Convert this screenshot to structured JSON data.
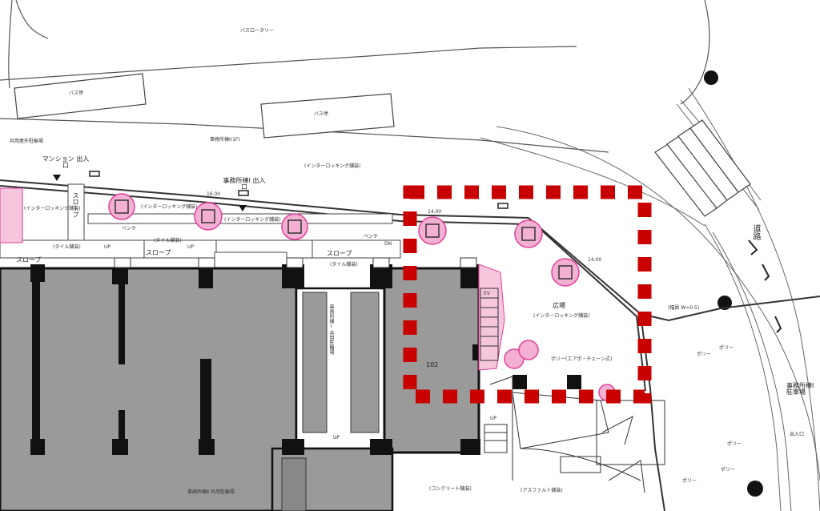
{
  "map": {
    "labels": {
      "bus_rotary": "バスロータリー",
      "bus_bay_1": "バス停",
      "bus_bay_2": "バス停",
      "bicycle_parking": "共用屋外駐輪場",
      "mansion_entrance": "マンション 出入口",
      "office_entrance": "事務所棟Ⅰ 出入口",
      "slope_1": "スロープ",
      "slope_2": "スロープ",
      "slope_3": "スロープ",
      "slope_vertical": "スロープ",
      "square": "広場",
      "unit_102": "102",
      "office_bicycle": "事務所棟Ⅰ 共用駐輪場",
      "office_parking": "事務所棟Ⅰ 駐車場",
      "office_ii_bicycle": "事務所棟Ⅱ 共用駐輪場",
      "office_ii_entrance": "出入口",
      "interlocking_1": "(インターロッキング舗装)",
      "interlocking_2": "(インターロッキング舗装)",
      "interlocking_3": "(インターロッキング舗装)",
      "interlocking_4": "(インターロッキング舗装)",
      "interlocking_5": "(インターロッキング舗装)",
      "tile_1": "(タイル舗装)",
      "tile_2": "(タイル舗装)",
      "tile_3": "(タイル舗装)",
      "bench_1": "ベンチ",
      "bench_2": "ベンチ",
      "asphalt": "(アスファルト舗装)",
      "concrete": "(コンクリート舗装)",
      "chain": "ポリー(エアポ・チェーン式)",
      "road": "道路",
      "dim_1": "14.00",
      "dim_2": "16.00",
      "dim_3": "14.00",
      "up_1": "UP",
      "up_2": "UP",
      "up_3": "UP",
      "up_4": "UP",
      "ev": "EV",
      "dn": "DN",
      "pole_1": "ポリー",
      "pole_2": "ポリー",
      "pole_3": "ポリー",
      "pole_4": "ポリー",
      "pole_5": "ポリー",
      "garden_note": "(幅員 W=0.5)",
      "district_note": "事務所棟Ⅰ(1F)"
    },
    "colors": {
      "highlight_border": "#c80000",
      "building_fill": "#9a9a9a",
      "tree_pink": "#e0409a",
      "pink_area": "#f6c6dc",
      "line": "#333333"
    }
  }
}
